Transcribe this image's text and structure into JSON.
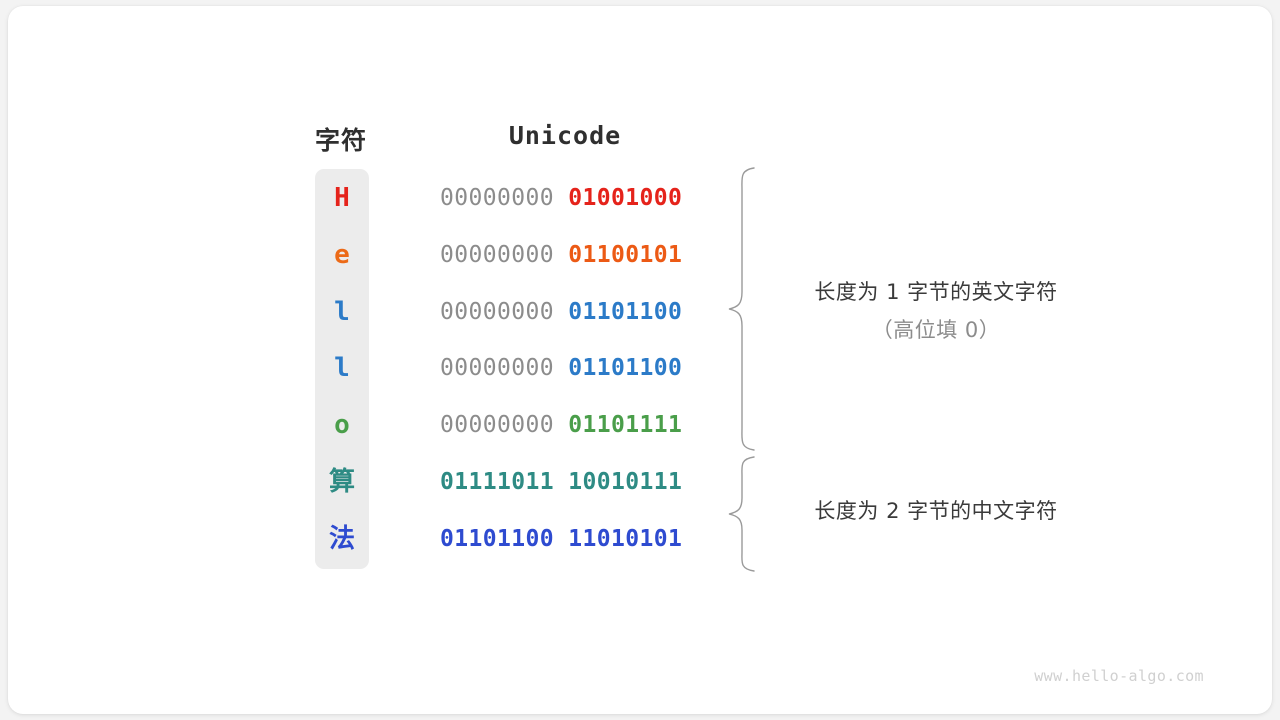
{
  "figure": {
    "headers": {
      "char": "字符",
      "unicode": "Unicode"
    },
    "rows": [
      {
        "char": "H",
        "char_color": "#e5231b",
        "script": "latin",
        "high_byte": "00000000",
        "low_byte": "01001000",
        "high_is_padding": true,
        "bit_color": "#e5231b"
      },
      {
        "char": "e",
        "char_color": "#ec6a17",
        "script": "latin",
        "high_byte": "00000000",
        "low_byte": "01100101",
        "high_is_padding": true,
        "bit_color": "#ec5a15"
      },
      {
        "char": "l",
        "char_color": "#2c7bc8",
        "script": "latin",
        "high_byte": "00000000",
        "low_byte": "01101100",
        "high_is_padding": true,
        "bit_color": "#2c7bc8"
      },
      {
        "char": "l",
        "char_color": "#2c7bc8",
        "script": "latin",
        "high_byte": "00000000",
        "low_byte": "01101100",
        "high_is_padding": true,
        "bit_color": "#2c7bc8"
      },
      {
        "char": "o",
        "char_color": "#4a9e4a",
        "script": "latin",
        "high_byte": "00000000",
        "low_byte": "01101111",
        "high_is_padding": true,
        "bit_color": "#4a9e4a"
      },
      {
        "char": "算",
        "char_color": "#2e8b84",
        "script": "cjk",
        "high_byte": "01111011",
        "low_byte": "10010111",
        "high_is_padding": false,
        "bit_color": "#2e8b84"
      },
      {
        "char": "法",
        "char_color": "#2e4bd0",
        "script": "cjk",
        "high_byte": "01101100",
        "low_byte": "11010101",
        "high_is_padding": false,
        "bit_color": "#2e4bd0"
      }
    ],
    "annotations": [
      {
        "line1": "长度为 1 字节的英文字符",
        "line2": "（高位填 0）"
      },
      {
        "line1": "长度为 2 字节的中文字符",
        "line2": ""
      }
    ],
    "watermark": "www.hello-algo.com",
    "colors": {
      "background": "#f3f3f3",
      "card": "#ffffff",
      "strip": "#ececec",
      "padding_byte": "#8c8c8c",
      "header_text": "#2f2f2f",
      "brace": "#9a9a9a",
      "watermark": "#d0d0d0"
    }
  }
}
